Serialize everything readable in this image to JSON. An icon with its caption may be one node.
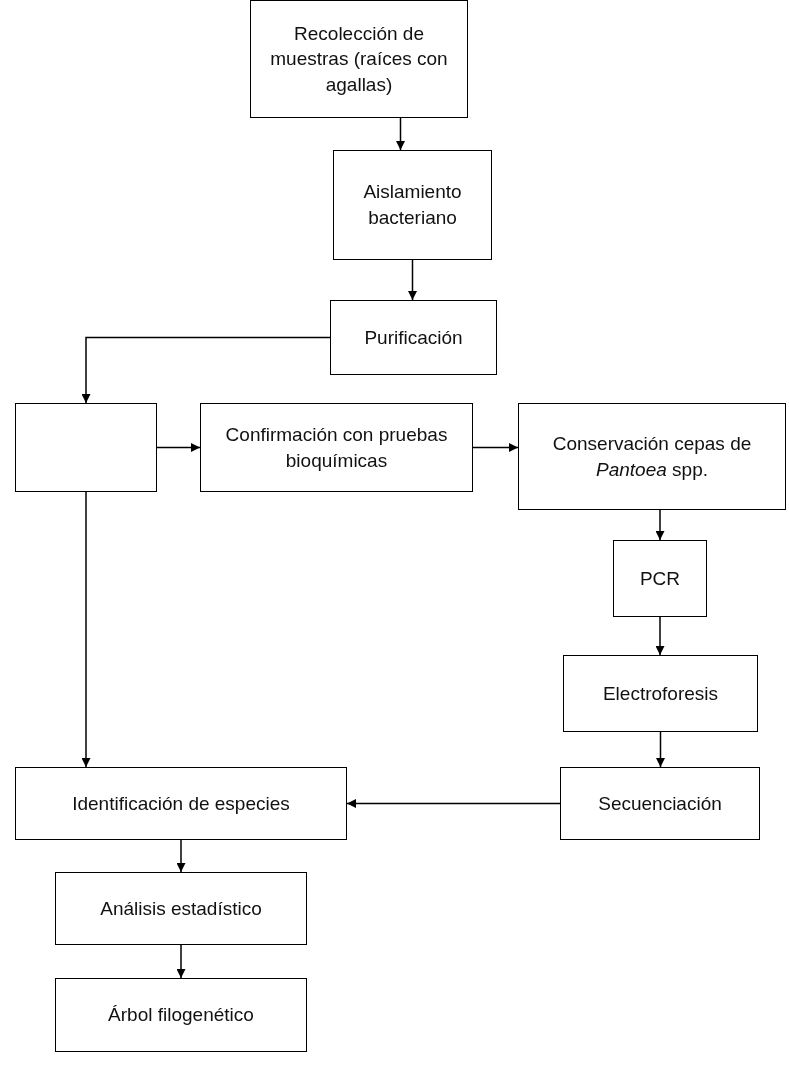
{
  "diagram": {
    "nodes": [
      {
        "text": [
          "Recolección de muestras (raíces con agallas)"
        ]
      },
      {
        "text": [
          "Aislamiento bacteriano"
        ]
      },
      {
        "text": [
          "Purificación"
        ]
      },
      {
        "text": [],
        "shape": "box"
      },
      {
        "text": [
          "Confirmación con pruebas bioquímicas"
        ]
      },
      {
        "text": [
          "Conservación cepas de *Pantoea* spp."
        ]
      },
      {
        "text": [
          "PCR"
        ]
      },
      {
        "text": [
          "Electroforesis"
        ]
      },
      {
        "text": [
          "Secuenciación"
        ]
      },
      {
        "text": [
          "Identificación de especies"
        ]
      },
      {
        "text": [
          "Análisis estadístico"
        ]
      },
      {
        "text": [
          "Árbol filogenético"
        ]
      }
    ],
    "edges": [
      {
        "from": 0,
        "to": 1,
        "arrow": "to"
      },
      {
        "from": 1,
        "to": 2,
        "arrow": "to"
      },
      {
        "from": 2,
        "to": 3,
        "arrow": "to"
      },
      {
        "from": 3,
        "to": 4,
        "arrow": "to"
      },
      {
        "from": 4,
        "to": 5,
        "arrow": "to"
      },
      {
        "from": 5,
        "to": 6,
        "arrow": "to"
      },
      {
        "from": 6,
        "to": 7,
        "arrow": "to"
      },
      {
        "from": 7,
        "to": 8,
        "arrow": "to"
      },
      {
        "from": 8,
        "to": 9,
        "arrow": "to"
      },
      {
        "from": 3,
        "to": 9,
        "arrow": "to"
      },
      {
        "from": 9,
        "to": 10,
        "arrow": "to"
      },
      {
        "from": 10,
        "to": 11,
        "arrow": "to"
      }
    ]
  }
}
